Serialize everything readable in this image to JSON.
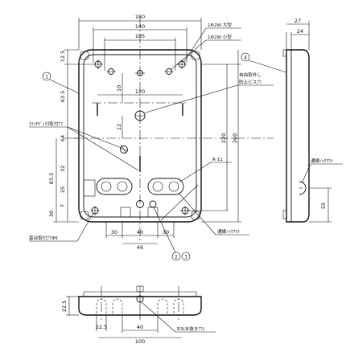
{
  "dimensions": {
    "width_180": "180",
    "width_140": "140",
    "width_105": "105",
    "width_120": "120",
    "h_12_5": "12.5",
    "h_63_5": "63.5",
    "h_10": "10",
    "h_12": "12",
    "h_64": "64",
    "h_32": "32",
    "h_83_5": "83.5",
    "h_25": "25",
    "h_7": "7",
    "h_30": "30",
    "h_220": "220",
    "h_260": "260",
    "bot_30a": "30",
    "bot_40": "40",
    "bot_30b": "30",
    "bot_46": "46",
    "side_27": "27",
    "side_24": "24",
    "side_55": "55",
    "b_22_5a": "22.5",
    "b_22_5b": "22.5",
    "b_40": "40",
    "b_100": "100"
  },
  "labels": {
    "lamp_large": "1Φ2W 大型",
    "lamp_small": "1Φ2W 小型",
    "free_removal": "自由取外し",
    "anti_screw": "防止ビス穴",
    "switch_box_hole": "ｽｲｯﾁﾎﾞｯｸｽ取付穴",
    "base_hole": "基台取付穴Φ5",
    "knockout_front": "通線ﾉｯｸｱｳﾄ",
    "knockout_side": "通線ﾉｯｸｱｳﾄ",
    "radius": "R 11",
    "drain_hole": "R3(水抜き穴)"
  },
  "balloons": {
    "b1": "1",
    "b2": "2",
    "b3": "3",
    "b4": "4"
  }
}
